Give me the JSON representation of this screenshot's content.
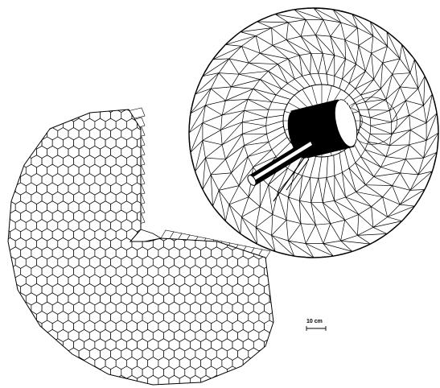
{
  "figure": {
    "panels": [
      {
        "name": "hexagonal-crystal-array",
        "shape": "hexagonal prism array, cut-away sector"
      },
      {
        "name": "geodesic-sphere-detector",
        "shape": "geodesic sphere with inner hemisphere and beam pipe"
      }
    ],
    "scale_bar": {
      "label": "10 cm"
    },
    "colors": {
      "line": "#000000",
      "background": "#ffffff",
      "face": "#ffffff",
      "pipe_dark": "#000000",
      "pipe_light": "#ffffff"
    }
  }
}
